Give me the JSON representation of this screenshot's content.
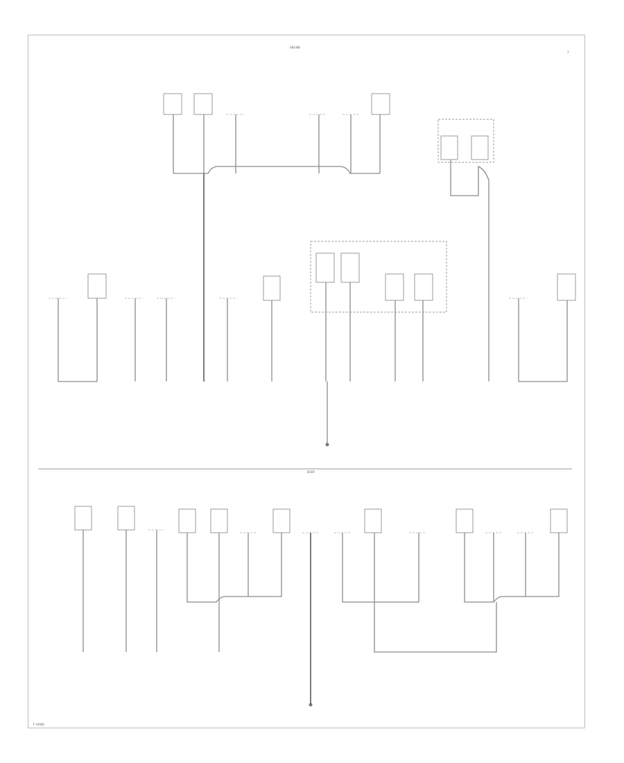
{
  "diagram": {
    "section_top_title": "ENGINE",
    "section_bottom_title": "BODY",
    "page_number": "1",
    "footer_id": "F-GRND"
  }
}
